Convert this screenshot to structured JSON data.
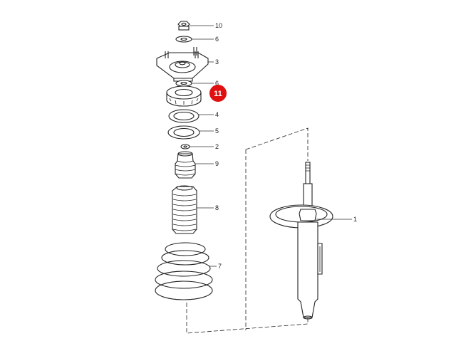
{
  "diagram": {
    "part_labels": {
      "p10": "10",
      "p6a": "6",
      "p3": "3",
      "p6b": "6",
      "p4": "4",
      "p5": "5",
      "p2": "2",
      "p9": "9",
      "p8": "8",
      "p7": "7",
      "p1": "1"
    },
    "highlight": {
      "label": "11",
      "color": "#e01010"
    },
    "colors": {
      "line": "#222222",
      "background": "#ffffff"
    }
  }
}
